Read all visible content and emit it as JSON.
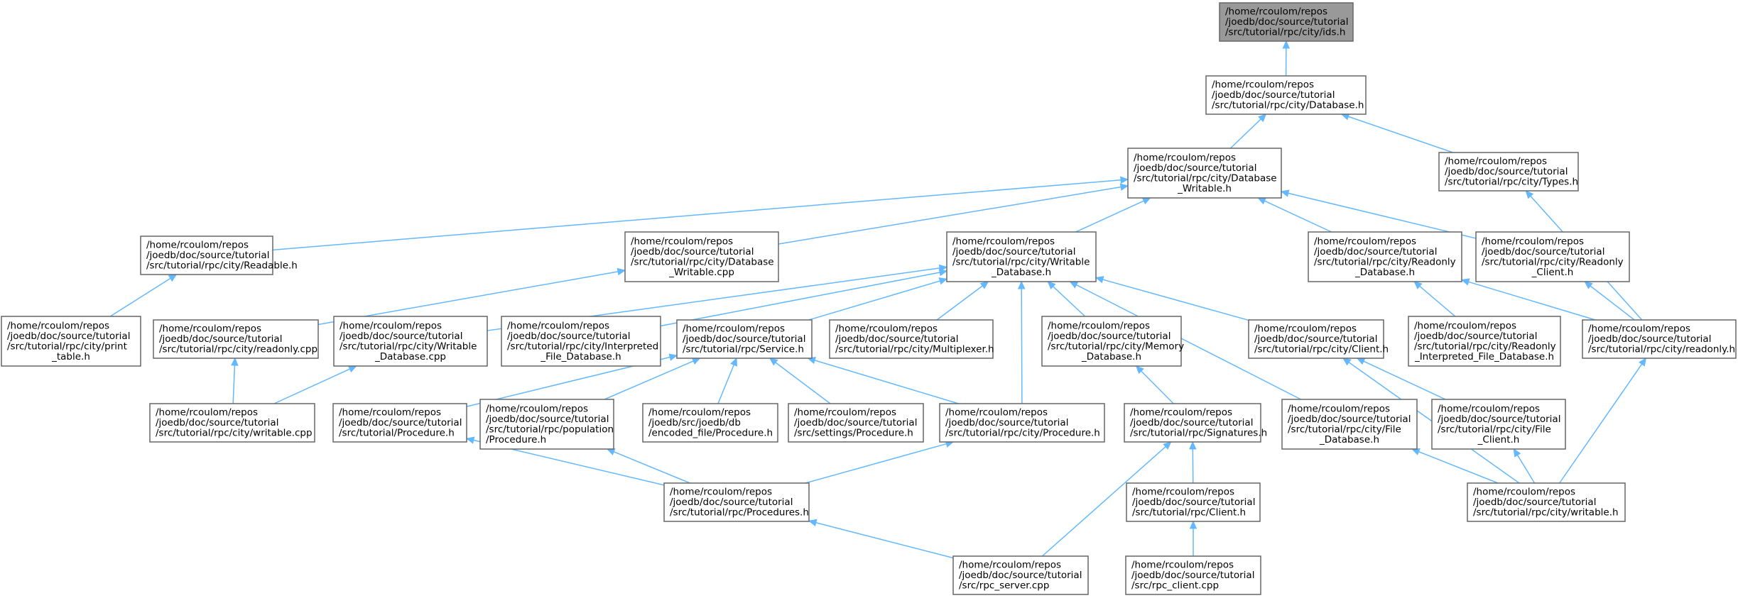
{
  "colors": {
    "edge": "#63b8ff",
    "node_border": "#666666",
    "root_fill": "#999999",
    "node_fill": "#ffffff"
  },
  "nodes": [
    {
      "id": "ids_h",
      "lines": [
        "/home/rcoulom/repos",
        "/joedb/doc/source/tutorial",
        "/src/tutorial/rpc/city/ids.h"
      ],
      "root": true
    },
    {
      "id": "database_h",
      "lines": [
        "/home/rcoulom/repos",
        "/joedb/doc/source/tutorial",
        "/src/tutorial/rpc/city/Database.h"
      ]
    },
    {
      "id": "database_writable_h",
      "lines": [
        "/home/rcoulom/repos",
        "/joedb/doc/source/tutorial",
        "/src/tutorial/rpc/city/Database",
        "_Writable.h"
      ]
    },
    {
      "id": "types_h",
      "lines": [
        "/home/rcoulom/repos",
        "/joedb/doc/source/tutorial",
        "/src/tutorial/rpc/city/Types.h"
      ]
    },
    {
      "id": "readable_h",
      "lines": [
        "/home/rcoulom/repos",
        "/joedb/doc/source/tutorial",
        "/src/tutorial/rpc/city/Readable.h"
      ]
    },
    {
      "id": "database_writable_cpp",
      "lines": [
        "/home/rcoulom/repos",
        "/joedb/doc/source/tutorial",
        "/src/tutorial/rpc/city/Database",
        "_Writable.cpp"
      ]
    },
    {
      "id": "writable_database_h",
      "lines": [
        "/home/rcoulom/repos",
        "/joedb/doc/source/tutorial",
        "/src/tutorial/rpc/city/Writable",
        "_Database.h"
      ]
    },
    {
      "id": "readonly_database_h",
      "lines": [
        "/home/rcoulom/repos",
        "/joedb/doc/source/tutorial",
        "/src/tutorial/rpc/city/Readonly",
        "_Database.h"
      ]
    },
    {
      "id": "readonly_client_h",
      "lines": [
        "/home/rcoulom/repos",
        "/joedb/doc/source/tutorial",
        "/src/tutorial/rpc/city/Readonly",
        "_Client.h"
      ]
    },
    {
      "id": "print_table_h",
      "lines": [
        "/home/rcoulom/repos",
        "/joedb/doc/source/tutorial",
        "/src/tutorial/rpc/city/print",
        "_table.h"
      ]
    },
    {
      "id": "readonly_cpp",
      "lines": [
        "/home/rcoulom/repos",
        "/joedb/doc/source/tutorial",
        "/src/tutorial/rpc/city/readonly.cpp"
      ]
    },
    {
      "id": "writable_database_cpp",
      "lines": [
        "/home/rcoulom/repos",
        "/joedb/doc/source/tutorial",
        "/src/tutorial/rpc/city/Writable",
        "_Database.cpp"
      ]
    },
    {
      "id": "interpreted_file_database_h",
      "lines": [
        "/home/rcoulom/repos",
        "/joedb/doc/source/tutorial",
        "/src/tutorial/rpc/city/Interpreted",
        "_File_Database.h"
      ]
    },
    {
      "id": "service_h",
      "lines": [
        "/home/rcoulom/repos",
        "/joedb/doc/source/tutorial",
        "/src/tutorial/rpc/Service.h"
      ]
    },
    {
      "id": "multiplexer_h",
      "lines": [
        "/home/rcoulom/repos",
        "/joedb/doc/source/tutorial",
        "/src/tutorial/rpc/city/Multiplexer.h"
      ]
    },
    {
      "id": "memory_database_h",
      "lines": [
        "/home/rcoulom/repos",
        "/joedb/doc/source/tutorial",
        "/src/tutorial/rpc/city/Memory",
        "_Database.h"
      ]
    },
    {
      "id": "city_client_h",
      "lines": [
        "/home/rcoulom/repos",
        "/joedb/doc/source/tutorial",
        "/src/tutorial/rpc/city/Client.h"
      ]
    },
    {
      "id": "readonly_interpreted_h",
      "lines": [
        "/home/rcoulom/repos",
        "/joedb/doc/source/tutorial",
        "/src/tutorial/rpc/city/Readonly",
        "_Interpreted_File_Database.h"
      ]
    },
    {
      "id": "readonly_h",
      "lines": [
        "/home/rcoulom/repos",
        "/joedb/doc/source/tutorial",
        "/src/tutorial/rpc/city/readonly.h"
      ]
    },
    {
      "id": "writable_cpp",
      "lines": [
        "/home/rcoulom/repos",
        "/joedb/doc/source/tutorial",
        "/src/tutorial/rpc/city/writable.cpp"
      ]
    },
    {
      "id": "tutorial_procedure_h",
      "lines": [
        "/home/rcoulom/repos",
        "/joedb/doc/source/tutorial",
        "/src/tutorial/Procedure.h"
      ]
    },
    {
      "id": "population_procedure_h",
      "lines": [
        "/home/rcoulom/repos",
        "/joedb/doc/source/tutorial",
        "/src/tutorial/rpc/population",
        "/Procedure.h"
      ]
    },
    {
      "id": "encoded_file_procedure_h",
      "lines": [
        "/home/rcoulom/repos",
        "/joedb/src/joedb/db",
        "/encoded_file/Procedure.h"
      ]
    },
    {
      "id": "settings_procedure_h",
      "lines": [
        "/home/rcoulom/repos",
        "/joedb/doc/source/tutorial",
        "/src/settings/Procedure.h"
      ]
    },
    {
      "id": "city_procedure_h",
      "lines": [
        "/home/rcoulom/repos",
        "/joedb/doc/source/tutorial",
        "/src/tutorial/rpc/city/Procedure.h"
      ]
    },
    {
      "id": "signatures_h",
      "lines": [
        "/home/rcoulom/repos",
        "/joedb/doc/source/tutorial",
        "/src/tutorial/rpc/Signatures.h"
      ]
    },
    {
      "id": "file_database_h",
      "lines": [
        "/home/rcoulom/repos",
        "/joedb/doc/source/tutorial",
        "/src/tutorial/rpc/city/File",
        "_Database.h"
      ]
    },
    {
      "id": "file_client_h",
      "lines": [
        "/home/rcoulom/repos",
        "/joedb/doc/source/tutorial",
        "/src/tutorial/rpc/city/File",
        "_Client.h"
      ]
    },
    {
      "id": "procedures_h",
      "lines": [
        "/home/rcoulom/repos",
        "/joedb/doc/source/tutorial",
        "/src/tutorial/rpc/Procedures.h"
      ]
    },
    {
      "id": "rpc_client_h",
      "lines": [
        "/home/rcoulom/repos",
        "/joedb/doc/source/tutorial",
        "/src/tutorial/rpc/Client.h"
      ]
    },
    {
      "id": "writable_h",
      "lines": [
        "/home/rcoulom/repos",
        "/joedb/doc/source/tutorial",
        "/src/tutorial/rpc/city/writable.h"
      ]
    },
    {
      "id": "rpc_server_cpp",
      "lines": [
        "/home/rcoulom/repos",
        "/joedb/doc/source/tutorial",
        "/src/rpc_server.cpp"
      ]
    },
    {
      "id": "rpc_client_cpp",
      "lines": [
        "/home/rcoulom/repos",
        "/joedb/doc/source/tutorial",
        "/src/rpc_client.cpp"
      ]
    }
  ],
  "edges": [
    [
      "database_h",
      "ids_h"
    ],
    [
      "database_writable_h",
      "database_h"
    ],
    [
      "types_h",
      "database_h"
    ],
    [
      "readable_h",
      "database_writable_h"
    ],
    [
      "database_writable_cpp",
      "database_writable_h"
    ],
    [
      "writable_database_h",
      "database_writable_h"
    ],
    [
      "readonly_database_h",
      "database_writable_h"
    ],
    [
      "readonly_client_h",
      "database_writable_h"
    ],
    [
      "readonly_h",
      "types_h"
    ],
    [
      "print_table_h",
      "readable_h"
    ],
    [
      "readonly_cpp",
      "database_writable_cpp"
    ],
    [
      "writable_database_cpp",
      "writable_database_h"
    ],
    [
      "interpreted_file_database_h",
      "writable_database_h"
    ],
    [
      "service_h",
      "writable_database_h"
    ],
    [
      "multiplexer_h",
      "writable_database_h"
    ],
    [
      "memory_database_h",
      "writable_database_h"
    ],
    [
      "city_client_h",
      "writable_database_h"
    ],
    [
      "city_procedure_h",
      "writable_database_h"
    ],
    [
      "file_database_h",
      "writable_database_h"
    ],
    [
      "readonly_interpreted_h",
      "readonly_database_h"
    ],
    [
      "readonly_h",
      "readonly_database_h"
    ],
    [
      "readonly_h",
      "readonly_client_h"
    ],
    [
      "writable_cpp",
      "readonly_cpp"
    ],
    [
      "writable_cpp",
      "writable_database_cpp"
    ],
    [
      "tutorial_procedure_h",
      "service_h"
    ],
    [
      "population_procedure_h",
      "service_h"
    ],
    [
      "encoded_file_procedure_h",
      "service_h"
    ],
    [
      "settings_procedure_h",
      "service_h"
    ],
    [
      "city_procedure_h",
      "service_h"
    ],
    [
      "signatures_h",
      "memory_database_h"
    ],
    [
      "file_client_h",
      "city_client_h"
    ],
    [
      "writable_h",
      "city_client_h"
    ],
    [
      "writable_h",
      "readonly_h"
    ],
    [
      "writable_h",
      "file_database_h"
    ],
    [
      "writable_h",
      "file_client_h"
    ],
    [
      "procedures_h",
      "tutorial_procedure_h"
    ],
    [
      "procedures_h",
      "population_procedure_h"
    ],
    [
      "procedures_h",
      "city_procedure_h"
    ],
    [
      "rpc_client_h",
      "signatures_h"
    ],
    [
      "rpc_server_cpp",
      "signatures_h"
    ],
    [
      "rpc_server_cpp",
      "procedures_h"
    ],
    [
      "rpc_client_cpp",
      "rpc_client_h"
    ]
  ]
}
